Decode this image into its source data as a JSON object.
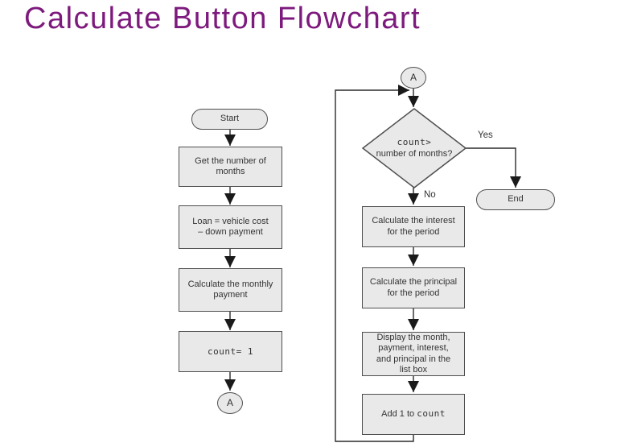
{
  "title": {
    "text": "Calculate Button Flowchart",
    "color": "#7d1a7d"
  },
  "colors": {
    "background": "#ffffff",
    "shape_fill": "#e9e9e9",
    "shape_border": "#4f4f4f",
    "connector": "#2b2b2b",
    "text": "#333333"
  },
  "left_column": {
    "start_label": "Start",
    "steps": [
      {
        "text": "Get the number of\nmonths"
      },
      {
        "text": "Loan = vehicle cost\n– down payment"
      },
      {
        "text": "Calculate the monthly\npayment"
      },
      {
        "text": "count= 1"
      }
    ],
    "connector_label": "A"
  },
  "right_column": {
    "connector_label": "A",
    "decision": {
      "condition_mono": "count>",
      "condition_rest": "number of months?"
    },
    "yes_label": "Yes",
    "no_label": "No",
    "end_label": "End",
    "steps": [
      {
        "text": "Calculate the interest\nfor the period"
      },
      {
        "text": "Calculate the principal\nfor the period"
      },
      {
        "text": "Display the month,\npayment, interest,\nand principal in the\nlist box"
      },
      {
        "prefix": "Add 1 to ",
        "mono": "count"
      }
    ]
  }
}
